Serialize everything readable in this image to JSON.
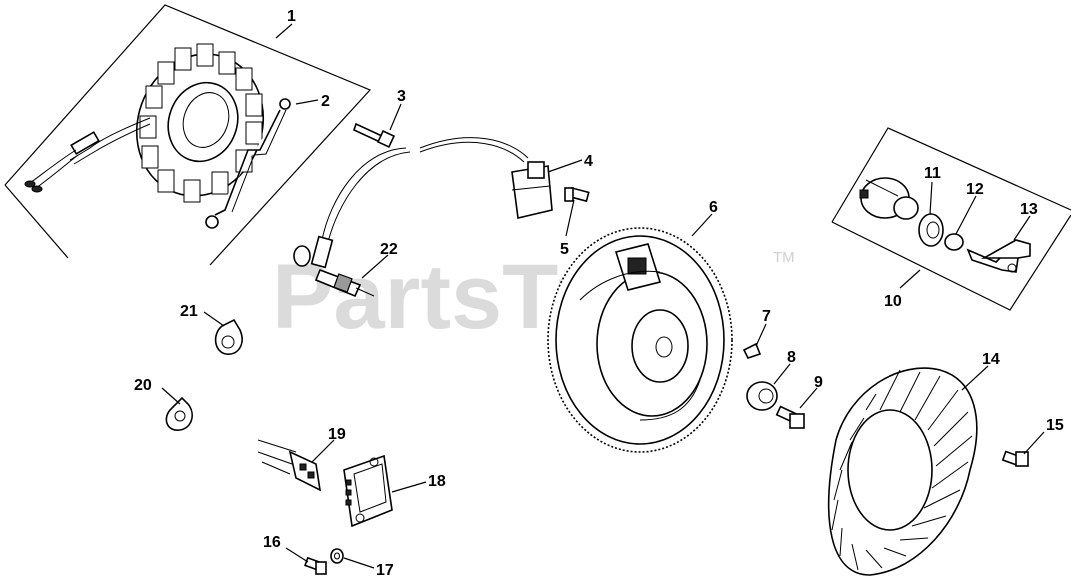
{
  "watermark": {
    "text": "PartsTree",
    "trademark": "TM"
  },
  "callouts": [
    {
      "id": "c1",
      "label": "1"
    },
    {
      "id": "c2",
      "label": "2"
    },
    {
      "id": "c3",
      "label": "3"
    },
    {
      "id": "c4",
      "label": "4"
    },
    {
      "id": "c5",
      "label": "5"
    },
    {
      "id": "c6",
      "label": "6"
    },
    {
      "id": "c7",
      "label": "7"
    },
    {
      "id": "c8",
      "label": "8"
    },
    {
      "id": "c9",
      "label": "9"
    },
    {
      "id": "c10",
      "label": "10"
    },
    {
      "id": "c11",
      "label": "11"
    },
    {
      "id": "c12",
      "label": "12"
    },
    {
      "id": "c13",
      "label": "13"
    },
    {
      "id": "c14",
      "label": "14"
    },
    {
      "id": "c15",
      "label": "15"
    },
    {
      "id": "c16",
      "label": "16"
    },
    {
      "id": "c17",
      "label": "17"
    },
    {
      "id": "c18",
      "label": "18"
    },
    {
      "id": "c19",
      "label": "19"
    },
    {
      "id": "c20",
      "label": "20"
    },
    {
      "id": "c21",
      "label": "21"
    },
    {
      "id": "c22",
      "label": "22"
    }
  ]
}
